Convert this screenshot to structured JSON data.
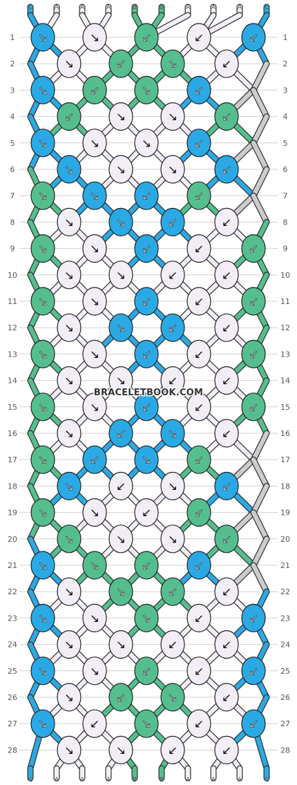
{
  "watermark": "BRACELETBOOK.COM",
  "colors": {
    "A": "#f3eef6",
    "B": "#55be8f",
    "C": "#2ba9e4"
  },
  "strings_top": [
    "C",
    "A",
    "A",
    "A",
    "B",
    "B",
    "A",
    "A",
    "A",
    "C"
  ],
  "strings_bottom": [
    "C",
    "A",
    "A",
    "A",
    "B",
    "B",
    "A",
    "A",
    "A",
    "C"
  ],
  "row_labels": [
    "1",
    "2",
    "3",
    "4",
    "5",
    "6",
    "7",
    "8",
    "9",
    "10",
    "11",
    "12",
    "13",
    "14",
    "15",
    "16",
    "17",
    "18",
    "19",
    "20",
    "21",
    "22",
    "23",
    "24",
    "25",
    "26",
    "27",
    "28"
  ],
  "rows": [
    [
      "C",
      "A",
      "B",
      "A",
      "C"
    ],
    [
      "A",
      "B",
      "B",
      "A"
    ],
    [
      "C",
      "B",
      "B",
      "C"
    ],
    [
      "B",
      "A",
      "A",
      "B"
    ],
    [
      "C",
      "A",
      "A",
      "C"
    ],
    [
      "C",
      "A",
      "A",
      "C"
    ],
    [
      "B",
      "C",
      "C",
      "B"
    ],
    [
      "A",
      "C",
      "C",
      "A"
    ],
    [
      "B",
      "A",
      "C",
      "A",
      "B"
    ],
    [
      "A",
      "A",
      "A",
      "A"
    ],
    [
      "B",
      "A",
      "C",
      "A",
      "B"
    ],
    [
      "A",
      "C",
      "C",
      "A"
    ],
    [
      "B",
      "A",
      "C",
      "A",
      "B"
    ],
    [
      "A",
      "A",
      "A",
      "A"
    ],
    [
      "B",
      "A",
      "C",
      "A",
      "B"
    ],
    [
      "A",
      "C",
      "C",
      "A"
    ],
    [
      "B",
      "C",
      "C",
      "B"
    ],
    [
      "C",
      "A",
      "A",
      "C"
    ],
    [
      "B",
      "A",
      "A",
      "B"
    ],
    [
      "B",
      "A",
      "A",
      "B"
    ],
    [
      "C",
      "B",
      "B",
      "C"
    ],
    [
      "A",
      "B",
      "B",
      "A"
    ],
    [
      "C",
      "A",
      "B",
      "A",
      "C"
    ],
    [
      "A",
      "A",
      "A",
      "A"
    ],
    [
      "C",
      "A",
      "B",
      "A",
      "C"
    ],
    [
      "A",
      "B",
      "B",
      "A"
    ],
    [
      "C",
      "A",
      "B",
      "A",
      "C"
    ],
    [
      "A",
      "A",
      "A",
      "A"
    ]
  ],
  "knot_dirs": [
    [
      "↘",
      "↘",
      "↙",
      "↙",
      "↙"
    ],
    [
      "↘",
      "↙",
      "↘",
      "↙"
    ],
    [
      "↘",
      "↙",
      "↘",
      "↙"
    ],
    [
      "↙",
      "↘",
      "↘",
      "↙"
    ],
    [
      "↘",
      "↘",
      "↘",
      "↙"
    ],
    [
      "↘",
      "↘",
      "↘",
      "↙"
    ],
    [
      "↘",
      "↘",
      "↙",
      "↙"
    ],
    [
      "↘",
      "↘",
      "↙",
      "↙"
    ],
    [
      "↘",
      "↘",
      "↙",
      "↙",
      "↙"
    ],
    [
      "↘",
      "↘",
      "↙",
      "↙"
    ],
    [
      "↘",
      "↘",
      "↙",
      "↙",
      "↙"
    ],
    [
      "↘",
      "↘",
      "↙",
      "↙"
    ],
    [
      "↘",
      "↘",
      "↙",
      "↙",
      "↙"
    ],
    [
      "↘",
      "↘",
      "↙",
      "↙"
    ],
    [
      "↘",
      "↘",
      "↙",
      "↙",
      "↙"
    ],
    [
      "↘",
      "↙",
      "↘",
      "↙"
    ],
    [
      "↘",
      "↙",
      "↘",
      "↙"
    ],
    [
      "↘",
      "↙",
      "↘",
      "↙"
    ],
    [
      "↘",
      "↘",
      "↙",
      "↙"
    ],
    [
      "↘",
      "↘",
      "↘",
      "↙"
    ],
    [
      "↘",
      "↘",
      "↙",
      "↙"
    ],
    [
      "↘",
      "↘",
      "↙",
      "↙"
    ],
    [
      "↘",
      "↘",
      "↘",
      "↙",
      "↙"
    ],
    [
      "↘",
      "↘",
      "↙",
      "↙"
    ],
    [
      "↘",
      "↘",
      "↙",
      "↙",
      "↙"
    ],
    [
      "↘",
      "↙",
      "↘",
      "↙"
    ],
    [
      "↘",
      "↙",
      "↘",
      "↙",
      "↙"
    ],
    [
      "↘",
      "↘",
      "↙",
      "↙"
    ]
  ]
}
